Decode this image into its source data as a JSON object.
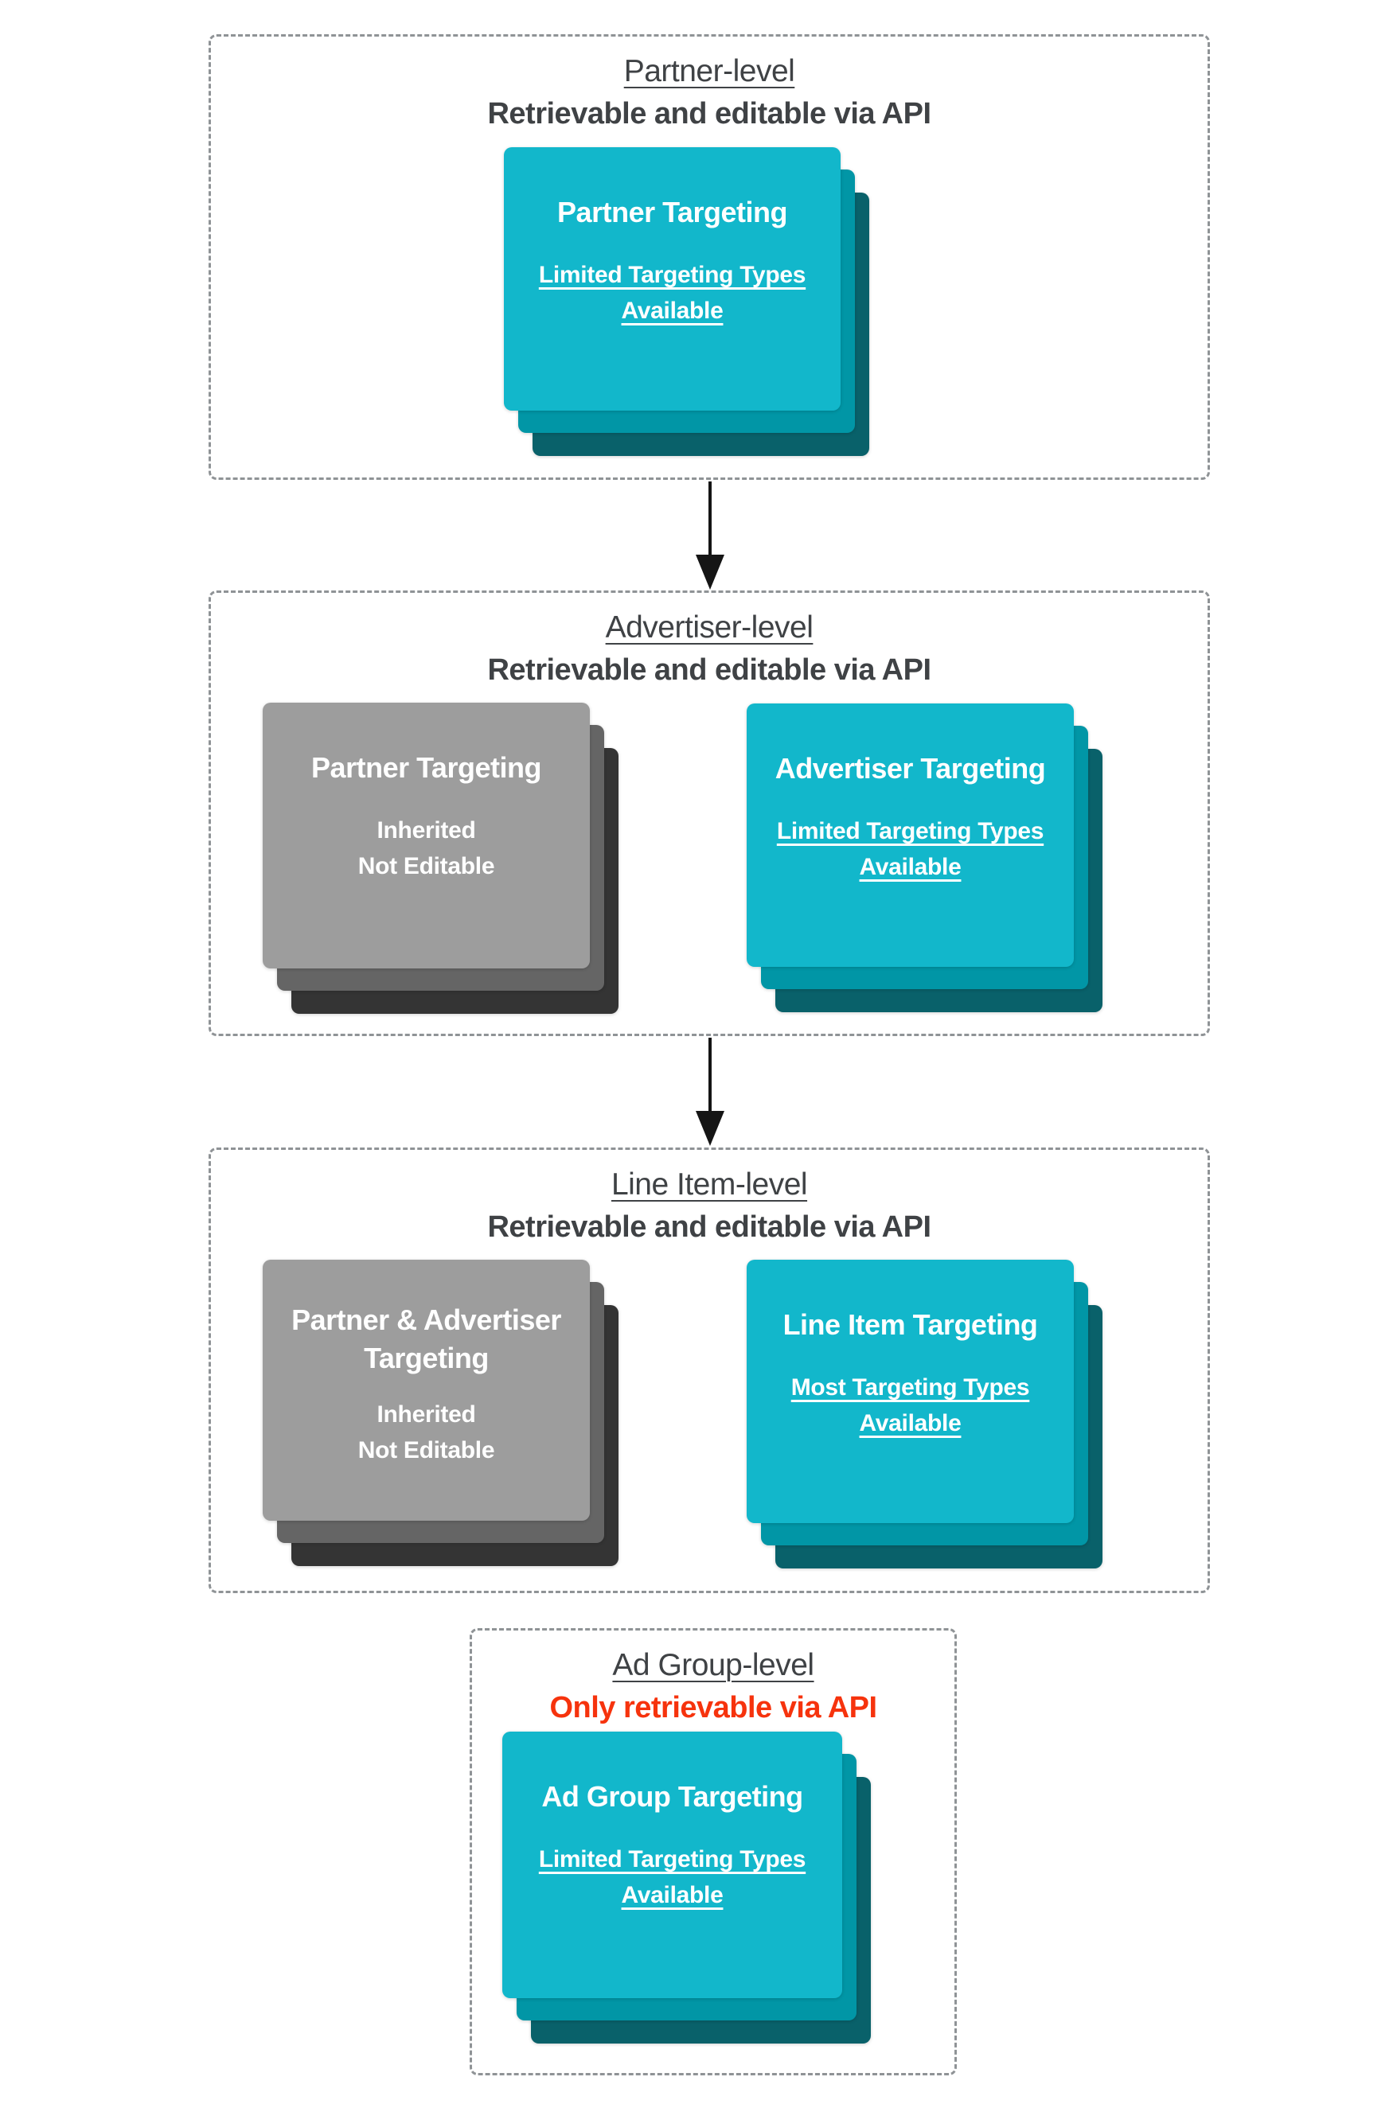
{
  "colors": {
    "teal_front": "#12B7CB",
    "teal_mid": "#0196A6",
    "teal_back": "#09616A",
    "gray_front": "#9D9D9D",
    "gray_mid": "#656565",
    "gray_back": "#343434",
    "heading": "#3F4245",
    "red": "#F6330D",
    "border": "#8F9396",
    "arrow": "#151515"
  },
  "icons": {
    "flow_arrow": "arrow-down"
  },
  "sections": [
    {
      "title": "Partner-level",
      "subtitle": "Retrievable and editable via API",
      "subtitle_color": "dark",
      "cards": [
        {
          "variant": "teal",
          "title": "Partner Targeting",
          "body": "Limited Targeting Types Available",
          "body_underlined": true
        }
      ]
    },
    {
      "title": "Advertiser-level",
      "subtitle": "Retrievable and editable via API",
      "subtitle_color": "dark",
      "cards": [
        {
          "variant": "gray",
          "title": "Partner Targeting",
          "body_lines": [
            "Inherited",
            "Not Editable"
          ],
          "body_underlined": false
        },
        {
          "variant": "teal",
          "title": "Advertiser Targeting",
          "body": "Limited Targeting Types Available",
          "body_underlined": true
        }
      ]
    },
    {
      "title": "Line Item-level",
      "subtitle": "Retrievable and editable via API",
      "subtitle_color": "dark",
      "cards": [
        {
          "variant": "gray",
          "title": "Partner & Advertiser Targeting",
          "body_lines": [
            "Inherited",
            "Not Editable"
          ],
          "body_underlined": false
        },
        {
          "variant": "teal",
          "title": "Line Item Targeting",
          "body": "Most Targeting Types Available",
          "body_underlined": true
        }
      ]
    },
    {
      "title": "Ad Group-level",
      "subtitle": "Only retrievable via API",
      "subtitle_color": "red",
      "cards": [
        {
          "variant": "teal",
          "title": "Ad Group Targeting",
          "body": "Limited Targeting Types Available",
          "body_underlined": true
        }
      ]
    }
  ]
}
